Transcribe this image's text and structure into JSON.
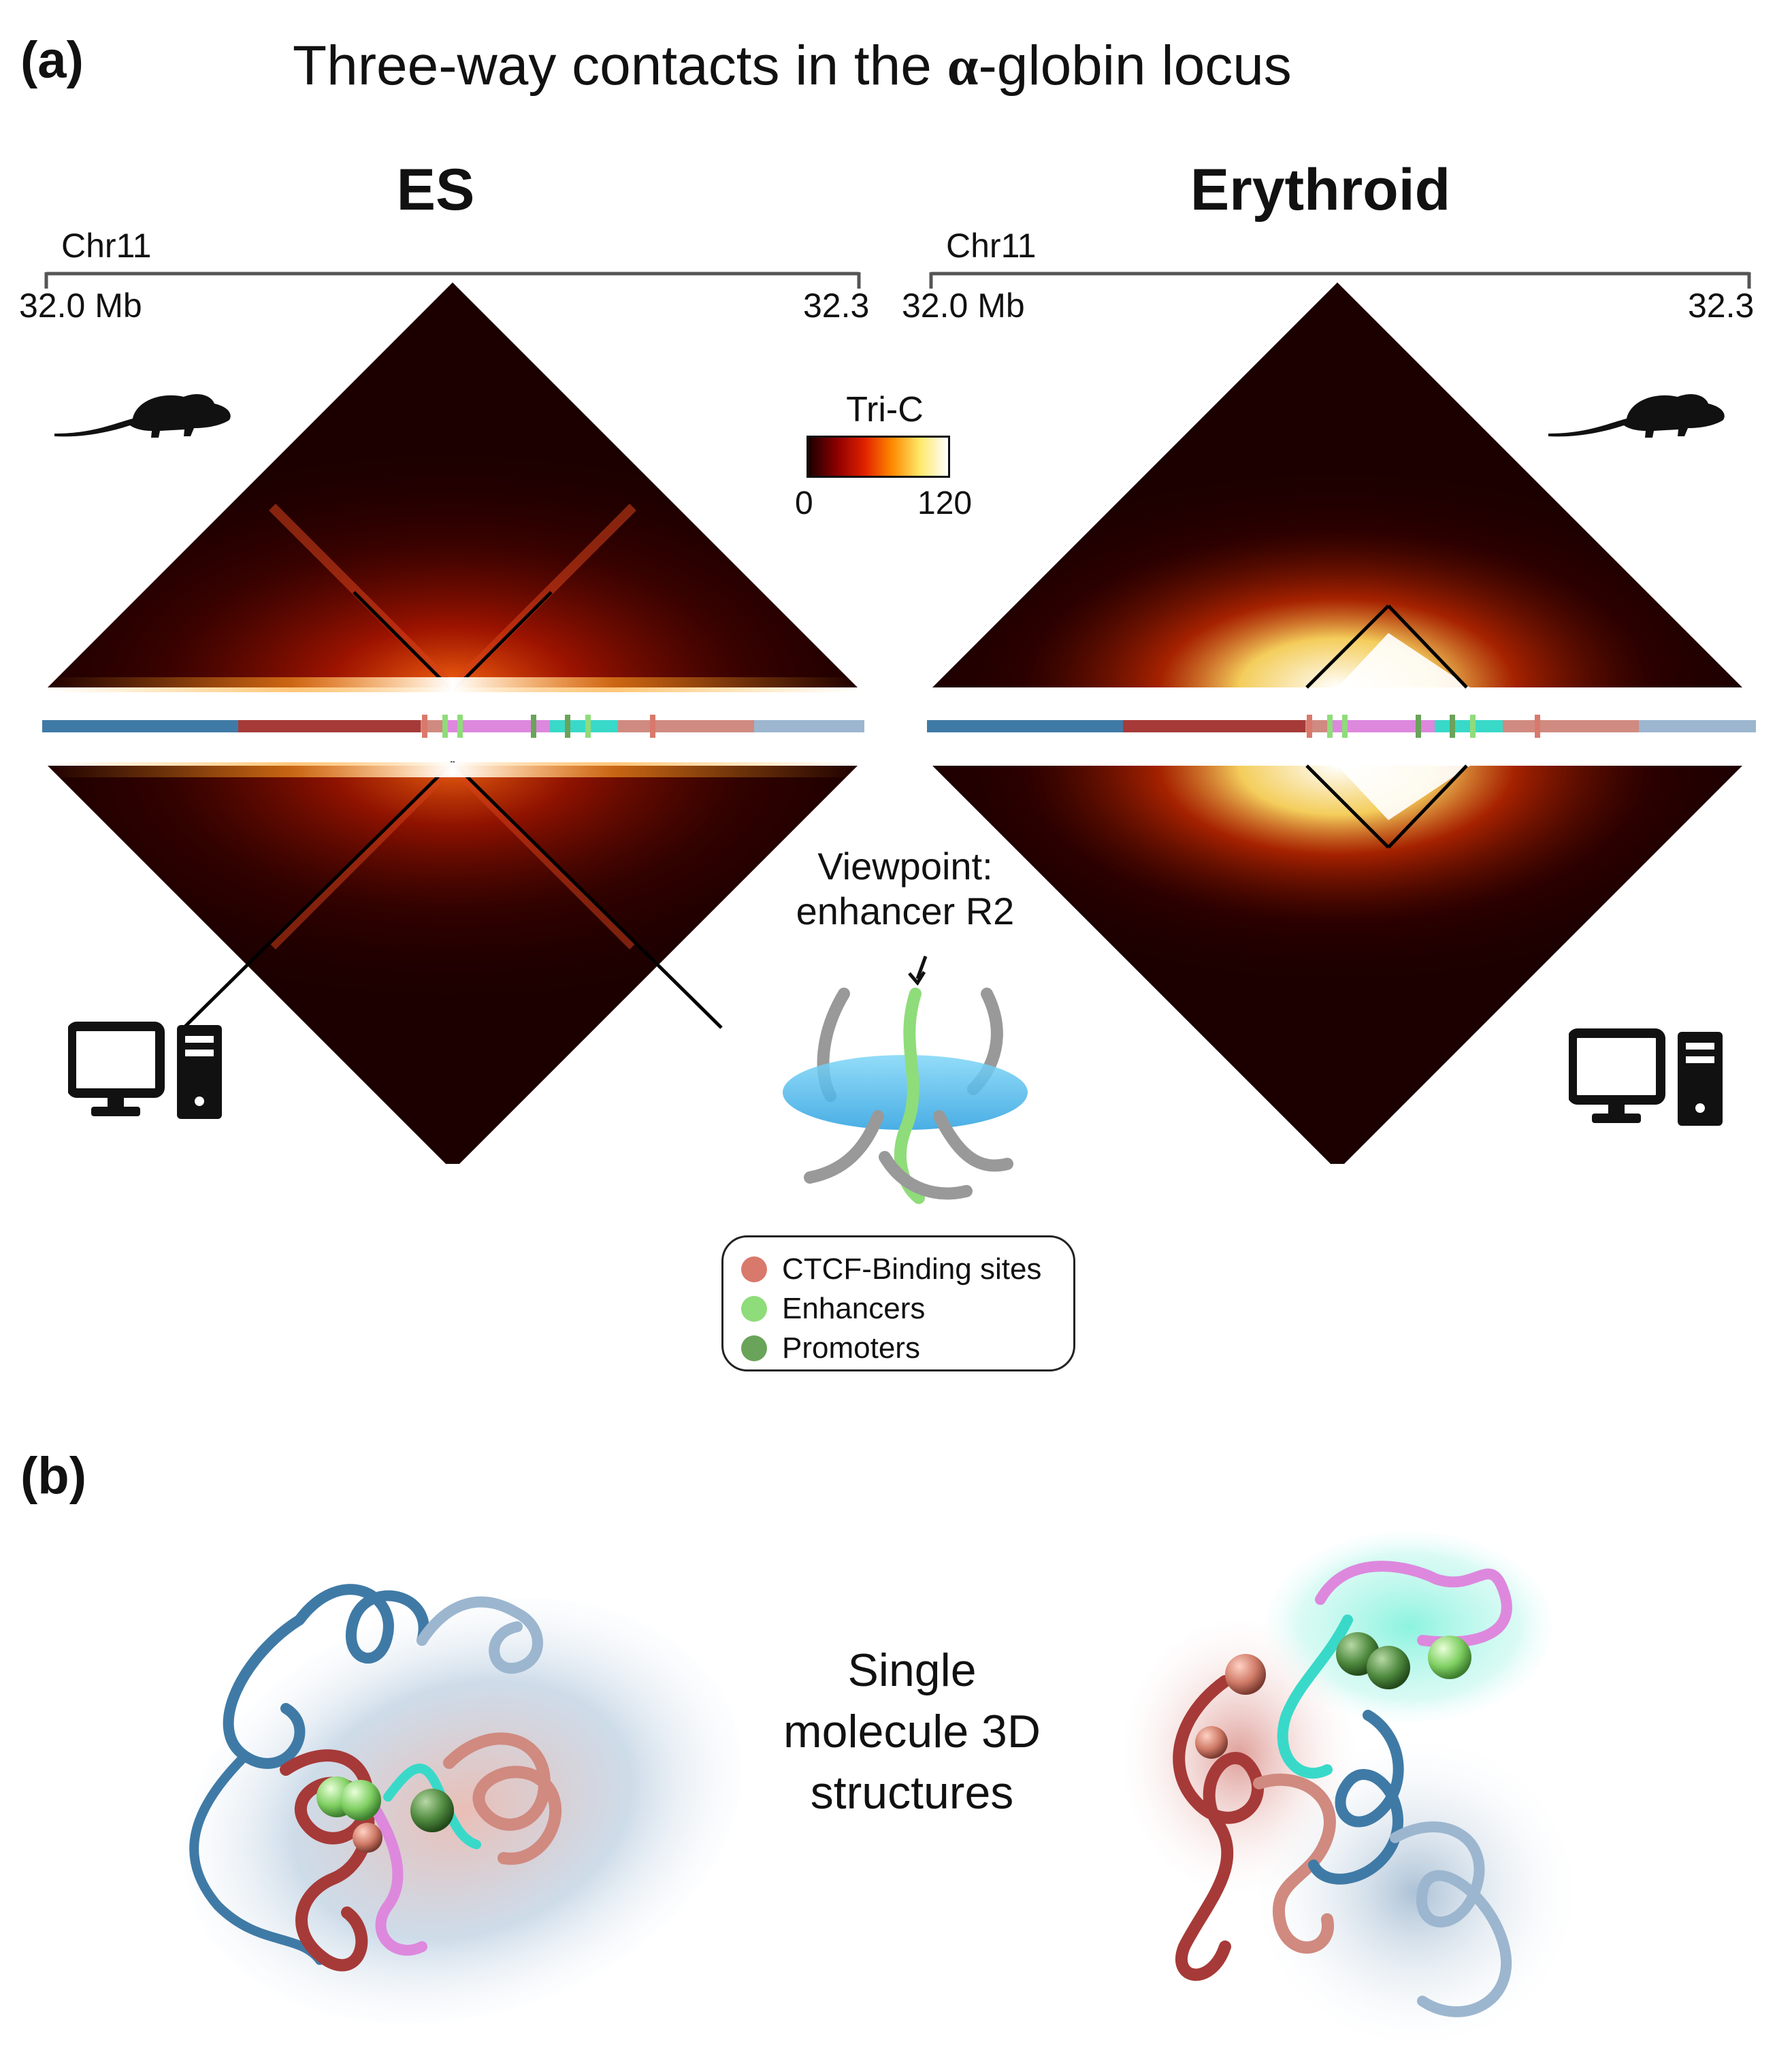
{
  "panel_a": {
    "label": "(a)",
    "title_prefix": "Three-way contacts in the ",
    "title_symbol": "α",
    "title_suffix": "-globin locus",
    "left": {
      "condition": "ES",
      "chromosome": "Chr11",
      "start": "32.0 Mb",
      "end": "32.3"
    },
    "right": {
      "condition": "Erythroid",
      "chromosome": "Chr11",
      "start": "32.0 Mb",
      "end": "32.3"
    },
    "colorbar": {
      "title": "Tri-C",
      "min": "0",
      "max": "120",
      "colors": [
        "#1a0000",
        "#8a0000",
        "#e02000",
        "#ff8a00",
        "#ffe96a",
        "#ffffff"
      ]
    },
    "viewpoint": {
      "line1": "Viewpoint:",
      "line2": "enhancer R2"
    },
    "legend": [
      {
        "label": "CTCF-Binding sites",
        "color": "#d9796c"
      },
      {
        "label": "Enhancers",
        "color": "#8fdc7a"
      },
      {
        "label": "Promoters",
        "color": "#6aa35a"
      }
    ],
    "track_colors": {
      "blue": "#3f7aa6",
      "darkred": "#a63a38",
      "salmon": "#d08a80",
      "pink": "#dd88dd",
      "cyan": "#39d9c9",
      "lightblue": "#9cb6cf",
      "enhancer": "#8fdc7a",
      "promoter": "#6aa35a"
    },
    "icons": [
      "mouse-icon",
      "computer-icon"
    ]
  },
  "panel_b": {
    "label": "(b)",
    "caption_lines": [
      "Single",
      "molecule 3D",
      "structures"
    ]
  }
}
